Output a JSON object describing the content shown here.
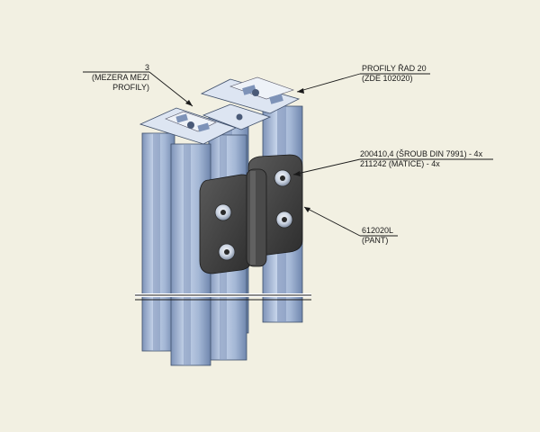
{
  "colors": {
    "background": "#f2f0e2",
    "profile_light": "#c9d6ea",
    "profile_mid": "#9cb0cf",
    "profile_dark": "#6f86ad",
    "hinge": "#3c3c3c",
    "leader": "#1a1a1a"
  },
  "callouts": {
    "gap": {
      "line1": "3",
      "line2": "(MEZERA MEZI",
      "line3": "PROFILY)"
    },
    "profiles": {
      "line1": "PROFILY ŘAD 20",
      "line2": "(ZDE 102020)"
    },
    "screws": {
      "line1": "200410,4 (ŠROUB DIN 7991) - 4x",
      "line2": "211242 (MATICE) - 4x"
    },
    "hinge": {
      "line1": "612020L",
      "line2": "(PANT)"
    }
  },
  "icons": {
    "profile": "aluminium-profile-icon",
    "hinge": "hinge-icon",
    "screw": "countersunk-screw-icon"
  }
}
